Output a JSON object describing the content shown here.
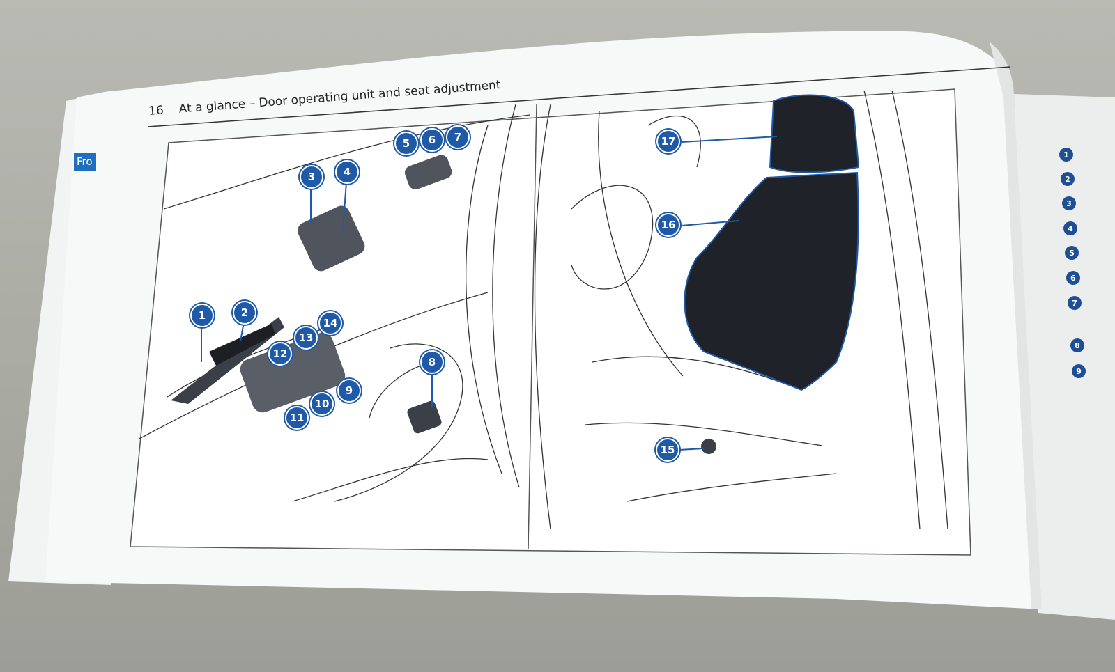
{
  "page": {
    "number": "16",
    "title": "At a glance – Door operating unit and seat adjustment"
  },
  "left_page": {
    "tab_label": "Fro"
  },
  "callouts": [
    "1",
    "2",
    "3",
    "4",
    "5",
    "6",
    "7",
    "8",
    "9",
    "10",
    "11",
    "12",
    "13",
    "14",
    "15",
    "16",
    "17"
  ],
  "right_page_list": [
    "1",
    "2",
    "3",
    "4",
    "5",
    "6",
    "7",
    "8",
    "9"
  ],
  "colors": {
    "accent": "#1e5aa8",
    "seat": "#1f2228"
  }
}
